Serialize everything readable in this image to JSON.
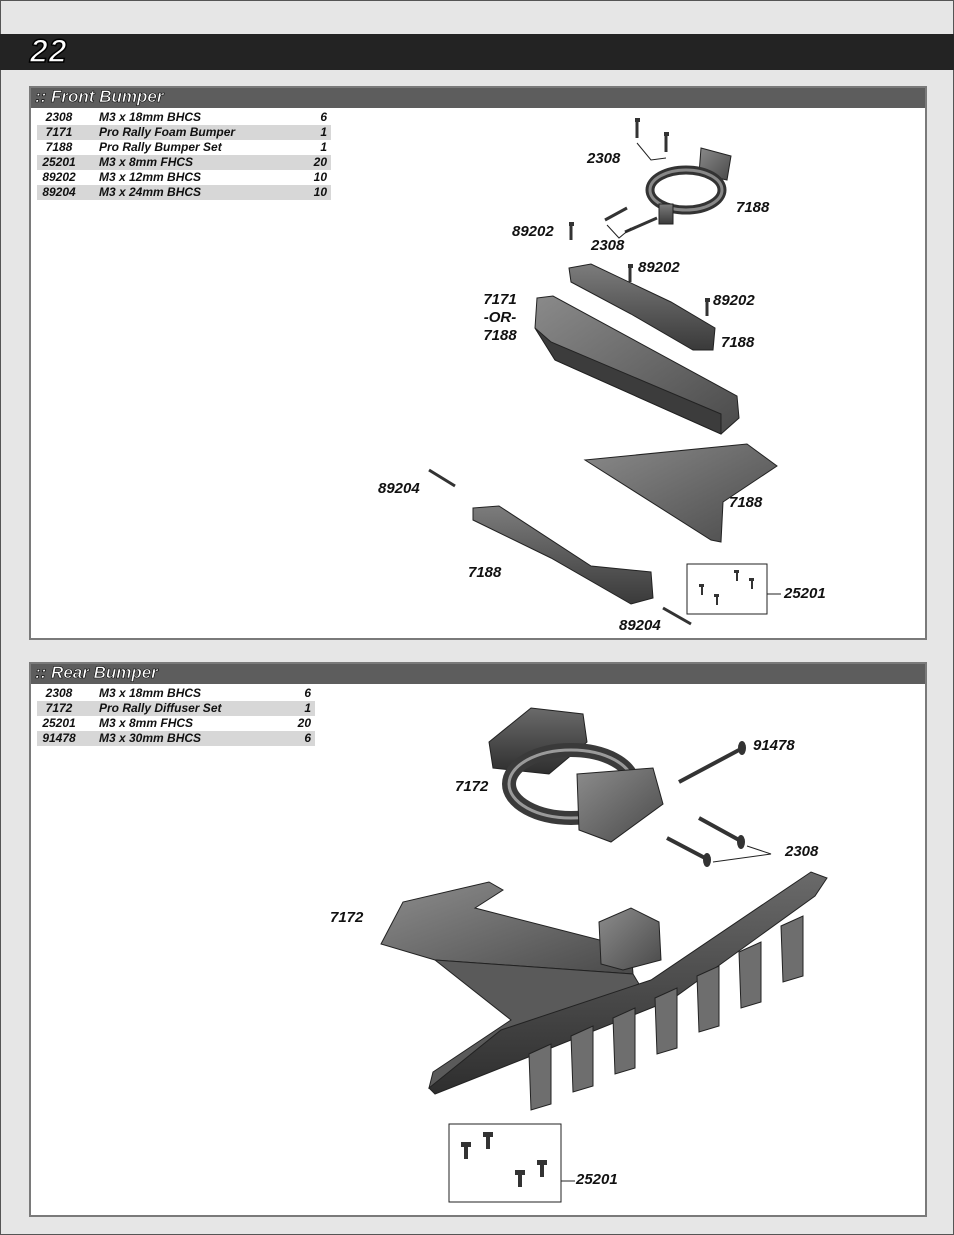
{
  "page_number": "22",
  "front": {
    "title": ":: Front Bumper",
    "parts": [
      {
        "pn": "2308",
        "desc": "M3 x 18mm BHCS",
        "qty": "6"
      },
      {
        "pn": "7171",
        "desc": "Pro Rally Foam Bumper",
        "qty": "1"
      },
      {
        "pn": "7188",
        "desc": "Pro Rally Bumper Set",
        "qty": "1"
      },
      {
        "pn": "25201",
        "desc": "M3 x 8mm FHCS",
        "qty": "20"
      },
      {
        "pn": "89202",
        "desc": "M3 x 12mm BHCS",
        "qty": "10"
      },
      {
        "pn": "89204",
        "desc": "M3 x 24mm BHCS",
        "qty": "10"
      }
    ],
    "callouts": {
      "c2308a": "2308",
      "c7188a": "7188",
      "c89202a": "89202",
      "c2308b": "2308",
      "c89202b": "89202",
      "c89202c": "89202",
      "c7171a": "7171",
      "c7171or": "-OR-",
      "c7171b": "7188",
      "c7188b": "7188",
      "c89204a": "89204",
      "c7188c": "7188",
      "c7188d": "7188",
      "c25201": "25201",
      "c89204b": "89204"
    }
  },
  "rear": {
    "title": ":: Rear Bumper",
    "parts": [
      {
        "pn": "2308",
        "desc": "M3 x 18mm BHCS",
        "qty": "6"
      },
      {
        "pn": "7172",
        "desc": "Pro Rally Diffuser Set",
        "qty": "1"
      },
      {
        "pn": "25201",
        "desc": "M3 x 8mm FHCS",
        "qty": "20"
      },
      {
        "pn": "91478",
        "desc": "M3 x 30mm BHCS",
        "qty": "6"
      }
    ],
    "callouts": {
      "c91478": "91478",
      "c7172a": "7172",
      "c2308": "2308",
      "c7172b": "7172",
      "c25201": "25201"
    }
  }
}
